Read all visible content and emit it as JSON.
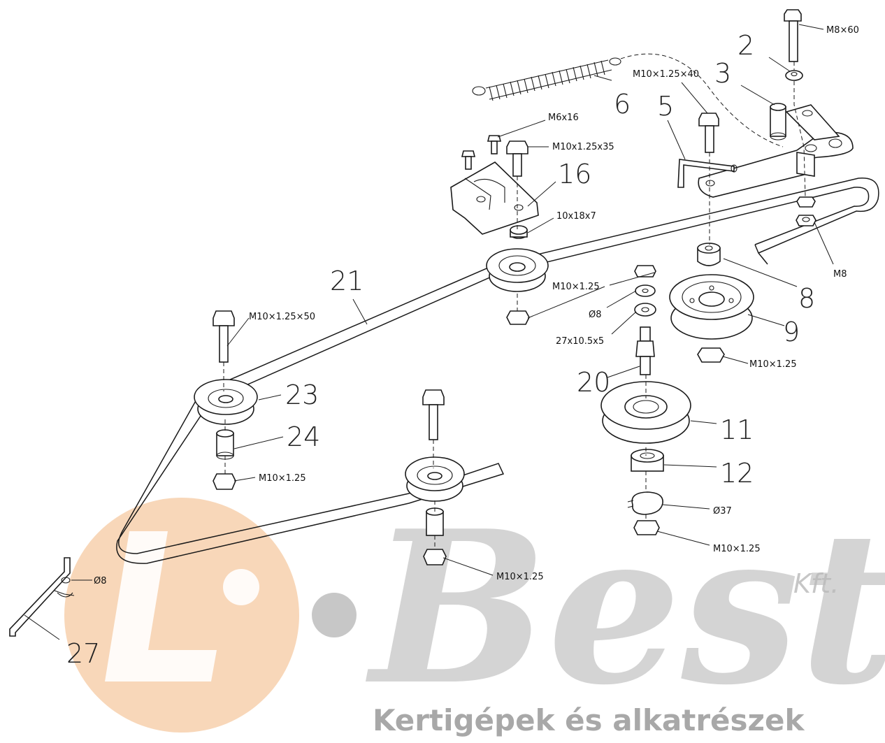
{
  "parts": {
    "p2": "2",
    "p3": "3",
    "p5": "5",
    "p6": "6",
    "p8": "8",
    "p9": "9",
    "p11": "11",
    "p12": "12",
    "p16": "16",
    "p20": "20",
    "p21": "21",
    "p23": "23",
    "p24": "24",
    "p27": "27"
  },
  "specs": {
    "s_m8x60": "M8×60",
    "s_m10x40": "M10×1.25×40",
    "s_m6x16": "M6x16",
    "s_m10x35": "M10x1.25x35",
    "s_10x18x7": "10x18x7",
    "s_m8": "M8",
    "s_m10_idler": "M10×1.25",
    "s_o8_top": "Ø8",
    "s_27x10": "27x10.5x5",
    "s_m10_p9": "M10×1.25",
    "s_m10x50": "M10×1.25×50",
    "s_m10_p24": "M10×1.25",
    "s_o37": "Ø37",
    "s_m10_p12": "M10×1.25",
    "s_m10_low": "M10×1.25",
    "s_o8_low": "Ø8"
  },
  "watermark": {
    "brand": "Best",
    "suffix": "Kft.",
    "tagline": "Kertigépek és alkatrészek",
    "logo_color": "#f6c9a2",
    "text_color": "#b9b9b9"
  }
}
